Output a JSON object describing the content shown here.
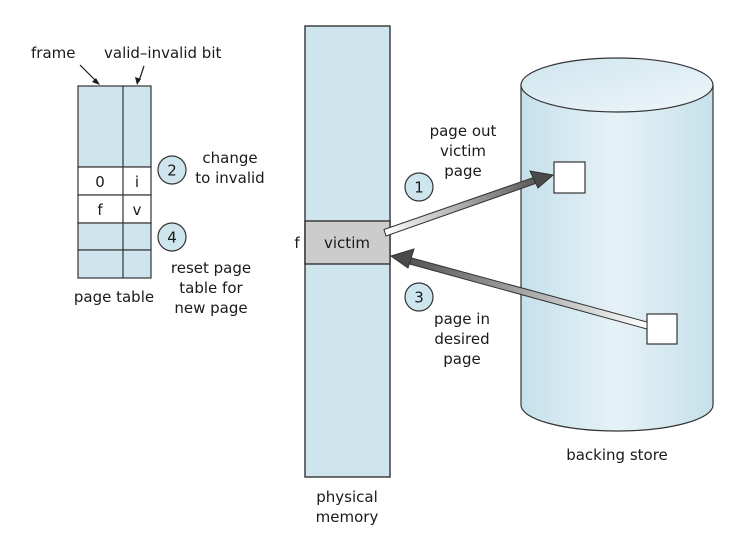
{
  "diagram": {
    "title": "Page replacement",
    "colors": {
      "fill_light_blue": "#cfe5ee",
      "victim_gray": "#cccccc",
      "outline": "#333333",
      "arrow_dark": "#555555"
    },
    "page_table": {
      "caption": "page table",
      "column_labels": {
        "frame": "frame",
        "valid_bit": "valid–invalid bit"
      },
      "rows": [
        {
          "frame": "",
          "bit": "",
          "highlight": false
        },
        {
          "frame": "0",
          "bit": "i",
          "highlight": true
        },
        {
          "frame": "f",
          "bit": "v",
          "highlight": true
        },
        {
          "frame": "",
          "bit": "",
          "highlight": false
        },
        {
          "frame": "",
          "bit": "",
          "highlight": false
        }
      ]
    },
    "physical_memory": {
      "caption_line1": "physical",
      "caption_line2": "memory",
      "victim_label": "victim",
      "frame_marker": "f"
    },
    "backing_store": {
      "caption": "backing store"
    },
    "steps": [
      {
        "number": "1",
        "lines": [
          "page out",
          "victim",
          "page"
        ]
      },
      {
        "number": "2",
        "lines": [
          "change",
          "to invalid"
        ]
      },
      {
        "number": "3",
        "lines": [
          "page in",
          "desired",
          "page"
        ]
      },
      {
        "number": "4",
        "lines": [
          "reset page",
          "table for",
          "new page"
        ]
      }
    ]
  }
}
